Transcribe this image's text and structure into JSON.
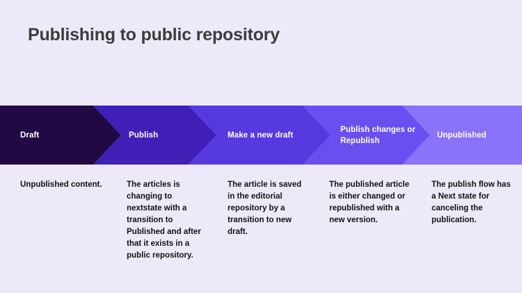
{
  "slide": {
    "title": "Publishing to public repository",
    "background_color": "#EDE9F8",
    "title_color": "#3C3C3C"
  },
  "process": {
    "steps": [
      {
        "label": "Draft",
        "color": "#210945",
        "description": "Unpublished content."
      },
      {
        "label": "Publish",
        "color": "#3F1FB5",
        "description": "The articles is changing to nextstate with a transition to Published and after that it exists in a public repository."
      },
      {
        "label": "Make a new draft",
        "color": "#5639DF",
        "description": "The article is saved in the editorial repository by a transition to new draft."
      },
      {
        "label": "Publish changes or Republish",
        "color": "#6A4FF0",
        "description": "The published article is either changed or republished with a new version."
      },
      {
        "label": "Unpublished",
        "color": "#8A72FA",
        "description": "The publish flow has a Next state for canceling the publication."
      }
    ]
  }
}
